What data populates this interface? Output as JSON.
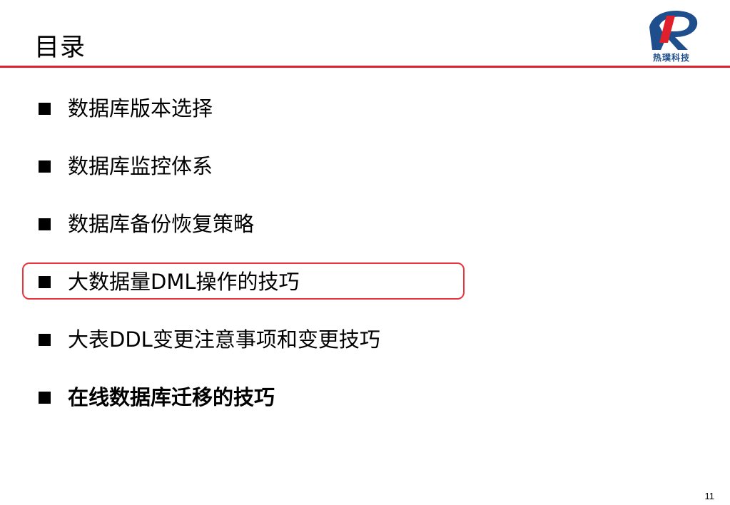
{
  "slide": {
    "title": "目录",
    "logo_text": "热璞科技",
    "page_number": "11",
    "accent_color": "#e0202a",
    "highlight_color": "#e8343c",
    "logo_color": "#1f4e8c"
  },
  "toc": {
    "items": [
      {
        "label": "数据库版本选择",
        "highlighted": false,
        "bold": false
      },
      {
        "label": "数据库监控体系",
        "highlighted": false,
        "bold": false
      },
      {
        "label": "数据库备份恢复策略",
        "highlighted": false,
        "bold": false
      },
      {
        "label": "大数据量DML操作的技巧",
        "highlighted": true,
        "bold": false
      },
      {
        "label": "大表DDL变更注意事项和变更技巧",
        "highlighted": false,
        "bold": false
      },
      {
        "label": "在线数据库迁移的技巧",
        "highlighted": false,
        "bold": true
      }
    ]
  }
}
